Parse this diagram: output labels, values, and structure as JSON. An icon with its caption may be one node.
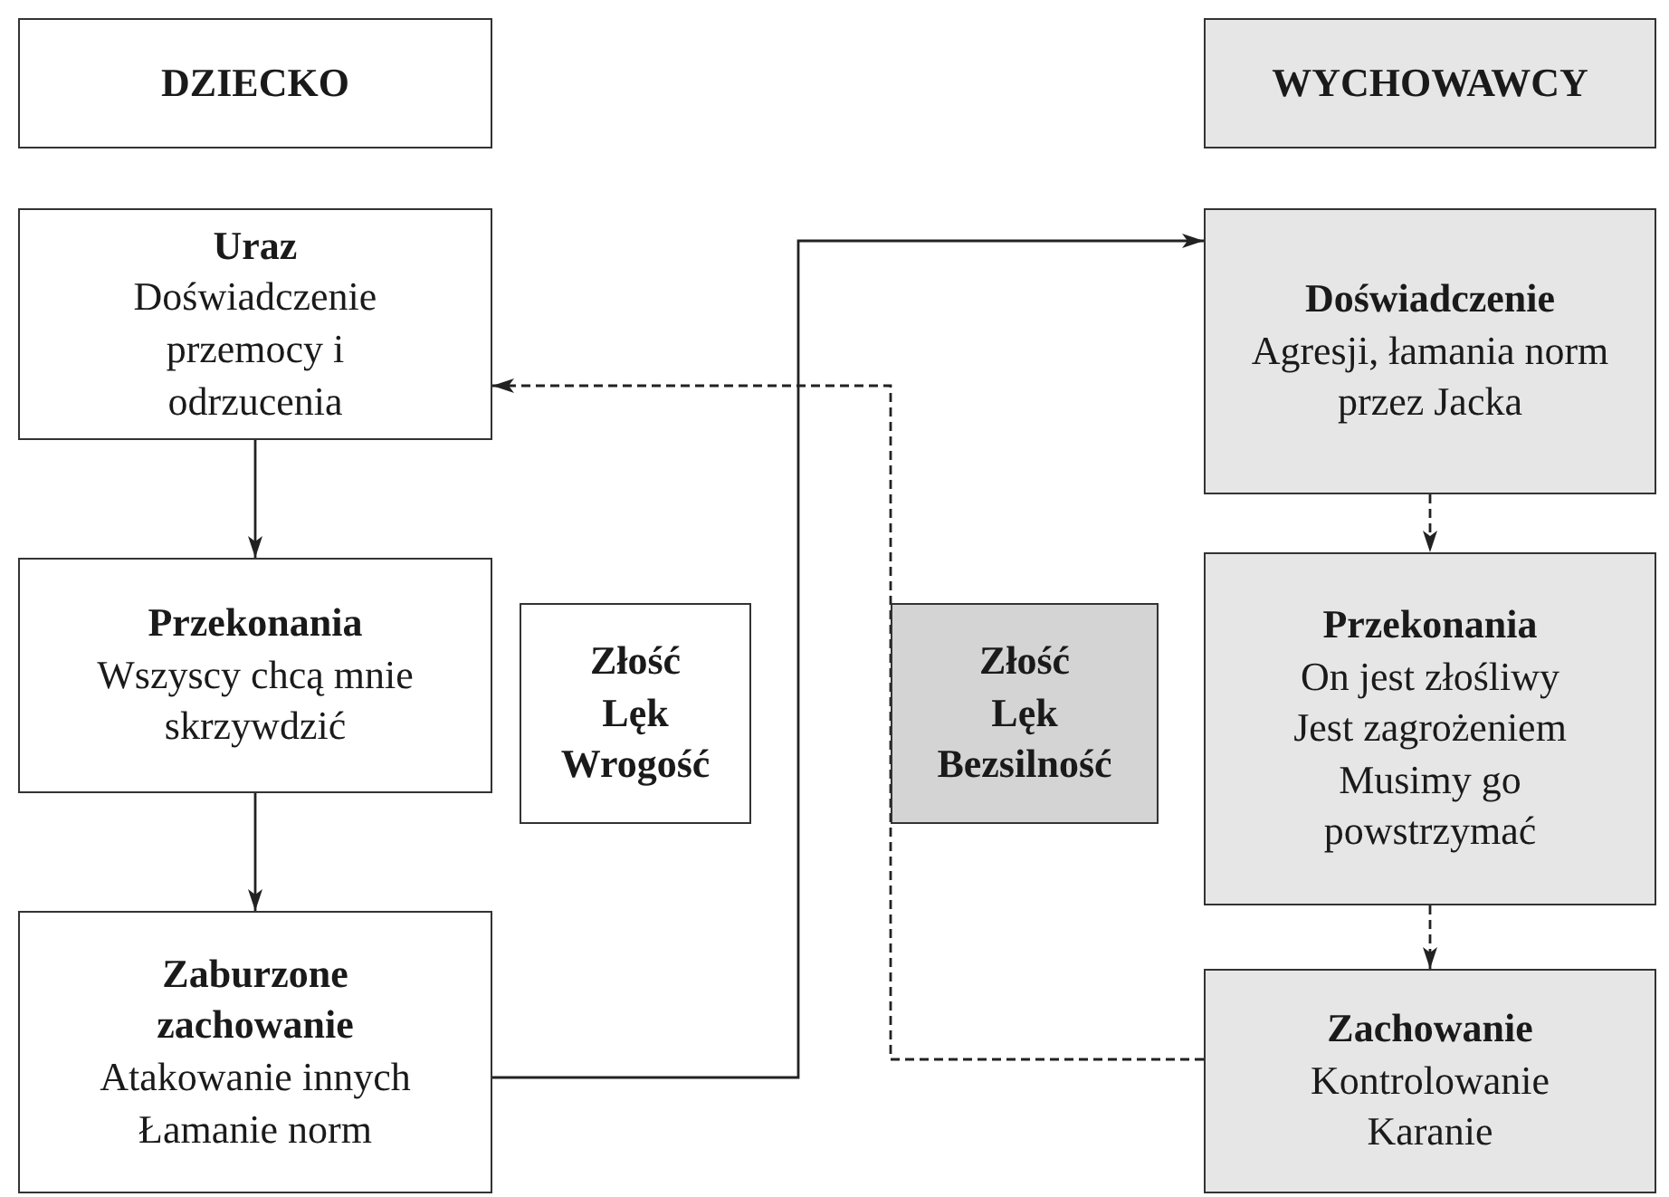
{
  "diagram": {
    "nodes": [
      {
        "text": [
          "DZIECKO"
        ]
      },
      {
        "text": [
          "WYCHOWAWCY"
        ]
      },
      {
        "text": [
          "Uraz",
          "Doświadczenie przemocy i odrzucenia"
        ]
      },
      {
        "text": [
          "Przekonania",
          "Wszyscy chcą mnie skrzywdzić"
        ]
      },
      {
        "text": [
          "Zaburzone zachowanie",
          "Atakowanie innych",
          "Łamanie norm"
        ]
      },
      {
        "text": [
          "Złość",
          "Lęk",
          "Wrogość"
        ]
      },
      {
        "text": [
          "Złość",
          "Lęk",
          "Bezsilność"
        ]
      },
      {
        "text": [
          "Doświadczenie",
          "Agresji, łamania norm przez Jacka"
        ]
      },
      {
        "text": [
          "Przekonania",
          "On jest złośliwy",
          "Jest zagrożeniem",
          "Musimy go powstrzymać"
        ]
      },
      {
        "text": [
          "Zachowanie",
          "Kontrolowanie",
          "Karanie"
        ]
      }
    ],
    "edges": [
      {
        "from": 2,
        "to": 3,
        "arrow": "to"
      },
      {
        "from": 3,
        "to": 4,
        "arrow": "to"
      },
      {
        "from": 4,
        "to": 7,
        "arrow": "to"
      },
      {
        "from": 7,
        "to": 8,
        "arrow": "to",
        "style": "dashed"
      },
      {
        "from": 8,
        "to": 9,
        "arrow": "to",
        "style": "dashed"
      },
      {
        "from": 9,
        "to": 2,
        "arrow": "to",
        "style": "dashed"
      }
    ]
  }
}
